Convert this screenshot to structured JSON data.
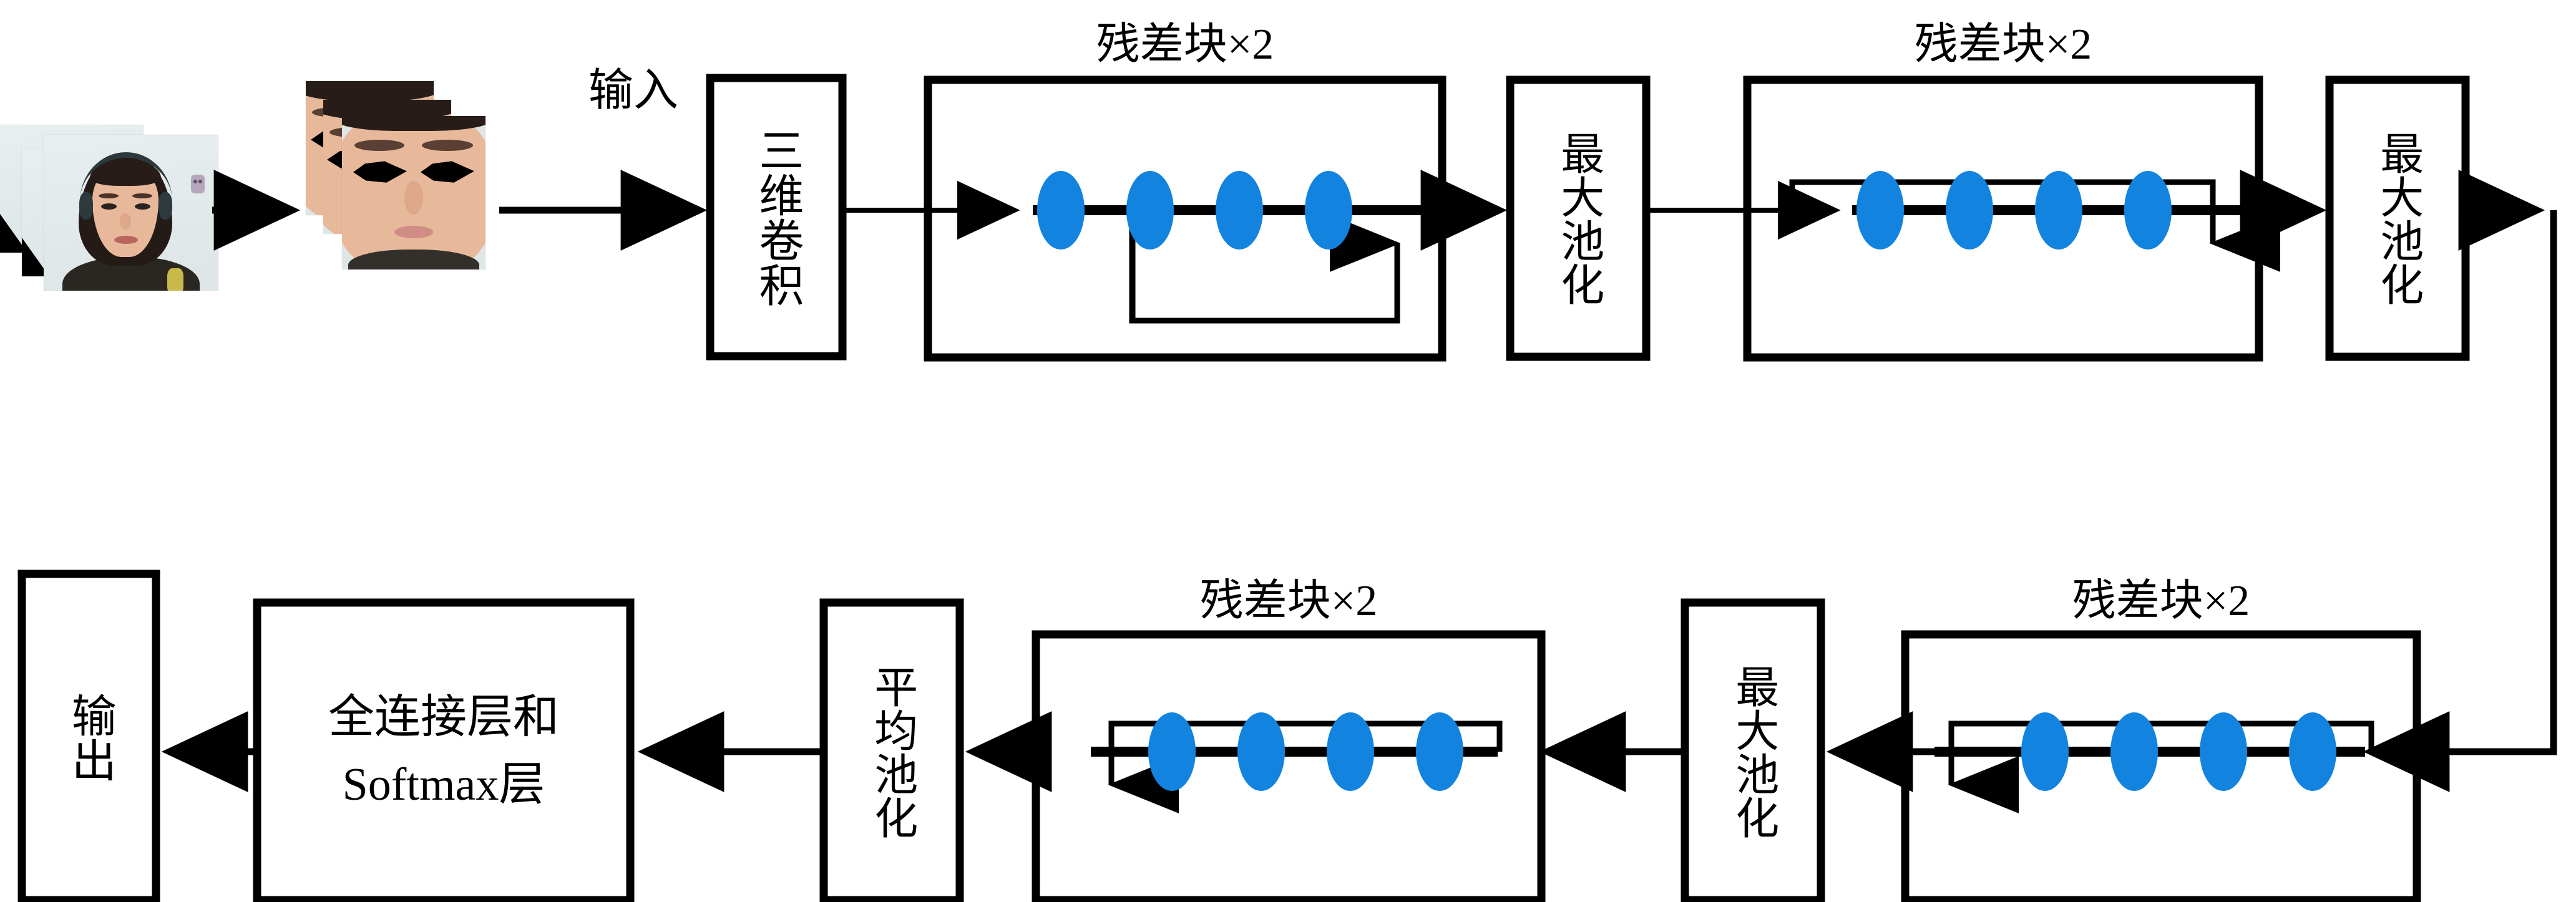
{
  "diagram": {
    "title": "3D residual convolutional neural network architecture for facial expression recognition",
    "accent_color": "#1383e0",
    "line_color": "#000000",
    "background": "#ffffff"
  },
  "row1": {
    "input_label": "输入",
    "conv_block": {
      "label": "三维卷积"
    },
    "res_block_1": {
      "caption": "残差块×2",
      "node_count": 4
    },
    "maxpool_1": {
      "label": "最大池化"
    },
    "res_block_2": {
      "caption": "残差块×2",
      "node_count": 4
    },
    "maxpool_2": {
      "label": "最大池化"
    }
  },
  "row2": {
    "res_block_3": {
      "caption": "残差块×2",
      "node_count": 4
    },
    "maxpool_3": {
      "label": "最大池化"
    },
    "res_block_4": {
      "caption": "残差块×2",
      "node_count": 4
    },
    "avgpool": {
      "label": "平均池化"
    },
    "fc_block": {
      "line1": "全连接层和",
      "line2": "Softmax层"
    },
    "output_label": "输出"
  },
  "images": {
    "raw_stack_name": "raw-face-frame-stack",
    "cropped_stack_name": "cropped-face-frame-stack",
    "frames": 3
  }
}
